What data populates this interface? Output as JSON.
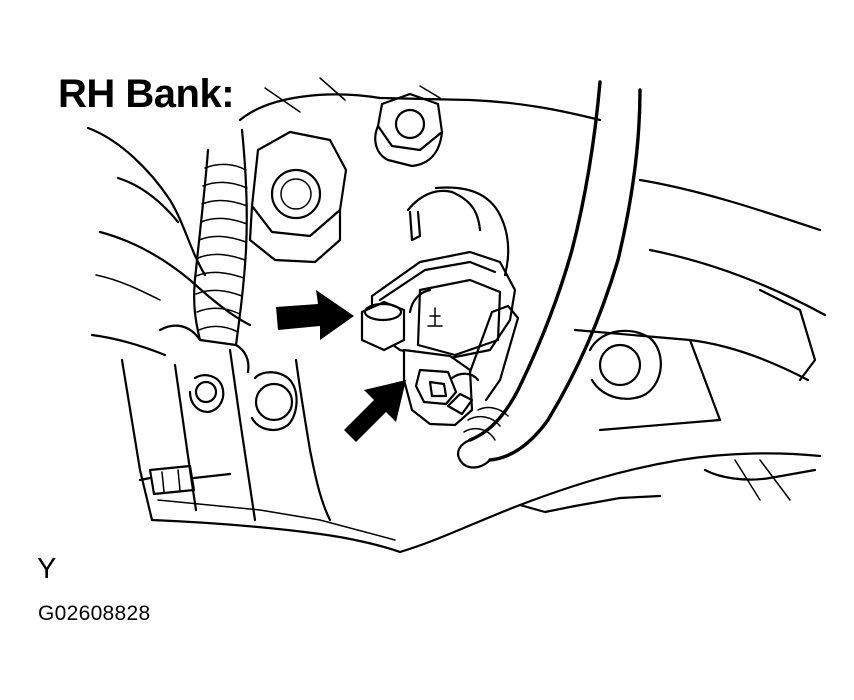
{
  "diagram": {
    "title": "RH Bank:",
    "view_letter": "Y",
    "figure_code": "G02608828",
    "colors": {
      "ink": "#000000",
      "paper": "#ffffff"
    },
    "callouts": [
      {
        "name": "upper-arrow",
        "points_to": "sensor-body"
      },
      {
        "name": "lower-arrow",
        "points_to": "sensor-connector"
      }
    ]
  }
}
